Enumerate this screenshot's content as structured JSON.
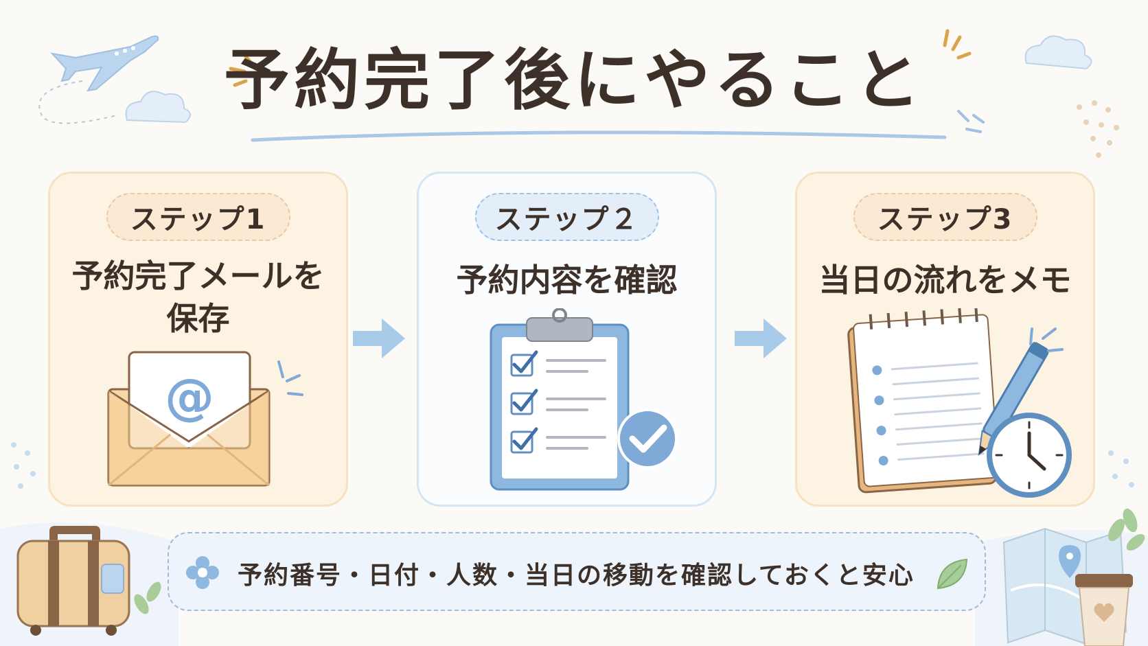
{
  "title": "予約完了後にやること",
  "steps": [
    {
      "label": "ステップ1",
      "heading_line1": "予約完了メールを",
      "heading_line2": "保存",
      "icon": "mail-at-icon"
    },
    {
      "label": "ステップ２",
      "heading_line1": "予約内容を確認",
      "heading_line2": "",
      "icon": "checklist-clipboard-icon"
    },
    {
      "label": "ステップ3",
      "heading_line1": "当日の流れをメモ",
      "heading_line2": "",
      "icon": "notebook-pen-clock-icon"
    }
  ],
  "note": {
    "text": "予約番号・日付・人数・当日の移動を確認しておくと安心",
    "icon": "flower-icon"
  },
  "colors": {
    "warm_card": "#fdf3e3",
    "cool_card": "#fafcfe",
    "accent_blue": "#8fb8e0",
    "text": "#3d3029"
  }
}
